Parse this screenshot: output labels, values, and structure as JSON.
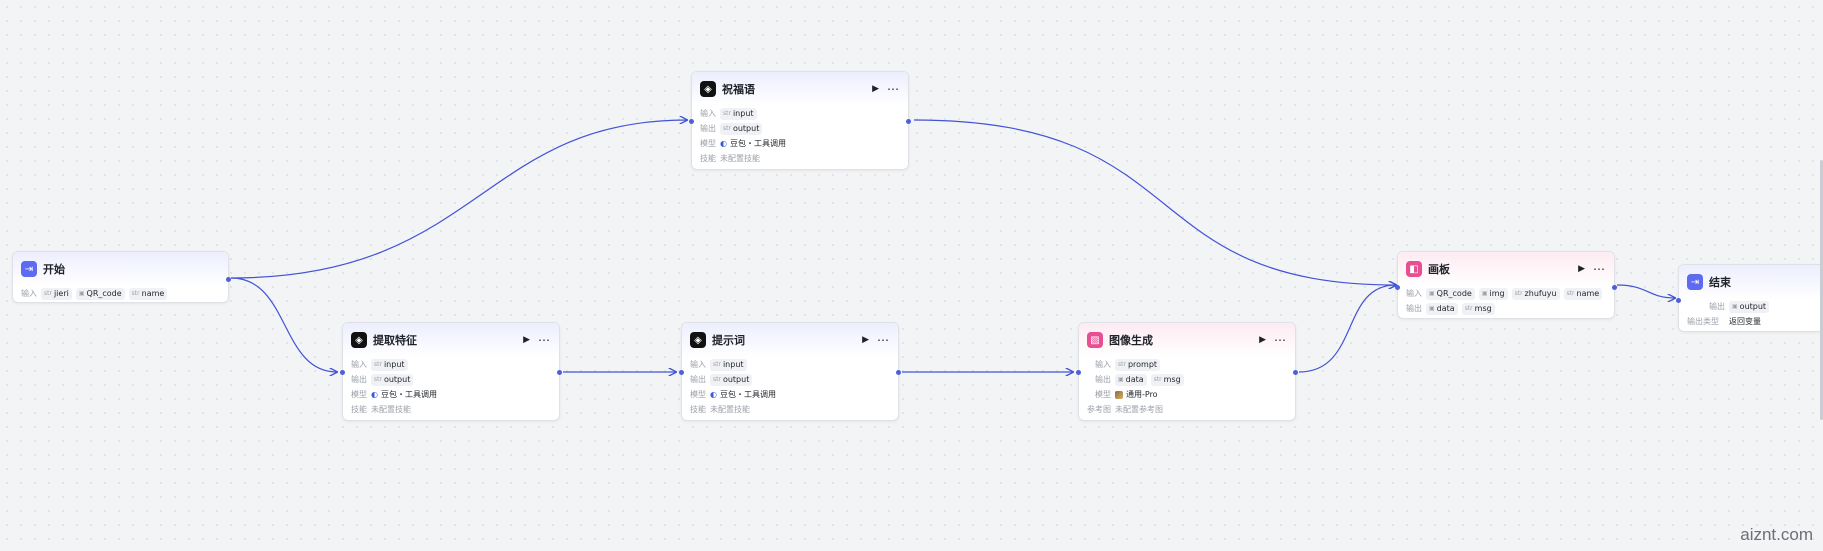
{
  "colors": {
    "edge": "#4353d6",
    "accent": "#5d6bf0",
    "image_accent": "#e84f93"
  },
  "labels": {
    "input": "输入",
    "output": "输出",
    "model": "模型",
    "skill": "技能",
    "ref": "参考图",
    "output_type": "输出类型"
  },
  "nodes": {
    "start": {
      "title": "开始",
      "icon": "login-icon",
      "inputs": [
        "jieri",
        "QR_code",
        "name"
      ]
    },
    "greeting": {
      "title": "祝福语",
      "icon": "llm-icon",
      "inputs": [
        "input"
      ],
      "outputs": [
        "output"
      ],
      "model": "豆包・工具调用",
      "skill": "未配置技能"
    },
    "extract": {
      "title": "提取特征",
      "icon": "llm-icon",
      "inputs": [
        "input"
      ],
      "outputs": [
        "output"
      ],
      "model": "豆包・工具调用",
      "skill": "未配置技能"
    },
    "prompt": {
      "title": "提示词",
      "icon": "llm-icon",
      "inputs": [
        "input"
      ],
      "outputs": [
        "output"
      ],
      "model": "豆包・工具调用",
      "skill": "未配置技能"
    },
    "imagegen": {
      "title": "图像生成",
      "icon": "image-icon",
      "inputs": [
        "prompt"
      ],
      "outputs": [
        "data",
        "msg"
      ],
      "model": "通用-Pro",
      "ref": "未配置参考图"
    },
    "canvas": {
      "title": "画板",
      "icon": "canvas-icon",
      "inputs": [
        "QR_code",
        "img",
        "zhufuyu",
        "name"
      ],
      "outputs": [
        "data",
        "msg"
      ]
    },
    "end": {
      "title": "结束",
      "icon": "logout-icon",
      "outputs": [
        "output"
      ],
      "output_type": "返回变量"
    }
  },
  "watermark": "aiznt.com"
}
